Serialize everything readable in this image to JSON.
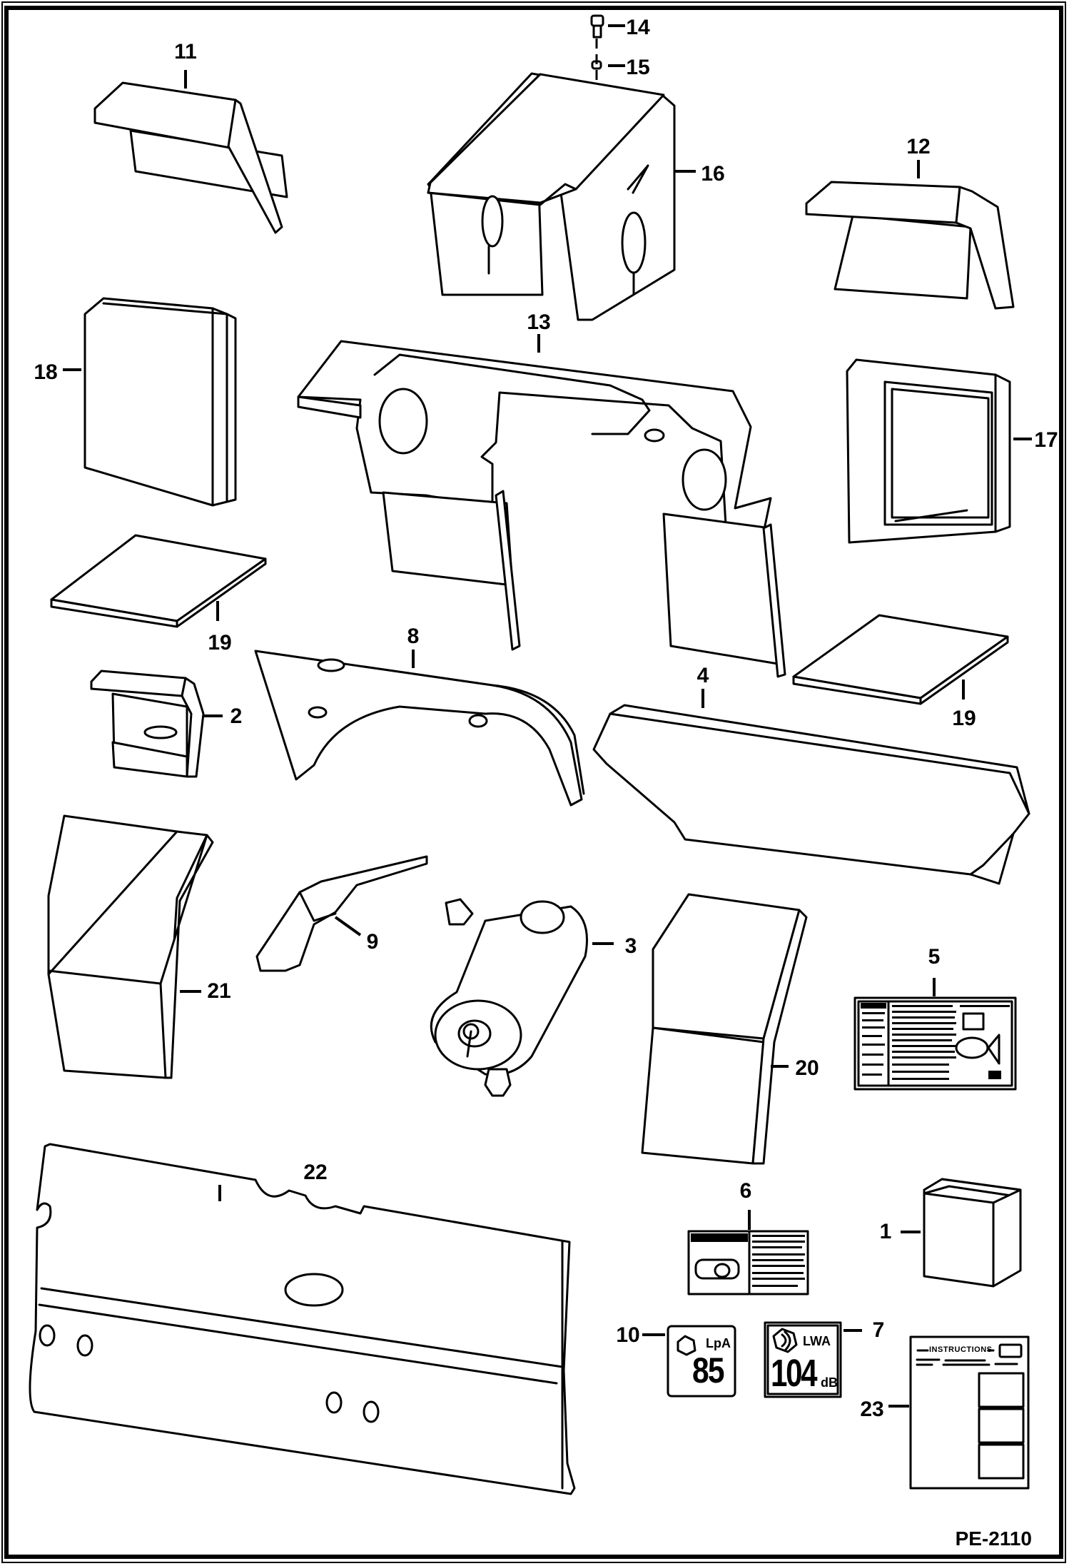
{
  "diagram": {
    "type": "exploded parts illustration",
    "drawing_number": "PE-2110",
    "callouts": [
      {
        "id": "callout-1",
        "label": "1"
      },
      {
        "id": "callout-2",
        "label": "2"
      },
      {
        "id": "callout-3",
        "label": "3"
      },
      {
        "id": "callout-4",
        "label": "4"
      },
      {
        "id": "callout-5",
        "label": "5"
      },
      {
        "id": "callout-6",
        "label": "6"
      },
      {
        "id": "callout-7",
        "label": "7"
      },
      {
        "id": "callout-8",
        "label": "8"
      },
      {
        "id": "callout-9",
        "label": "9"
      },
      {
        "id": "callout-10",
        "label": "10"
      },
      {
        "id": "callout-11",
        "label": "11"
      },
      {
        "id": "callout-12",
        "label": "12"
      },
      {
        "id": "callout-13",
        "label": "13"
      },
      {
        "id": "callout-14",
        "label": "14"
      },
      {
        "id": "callout-15",
        "label": "15"
      },
      {
        "id": "callout-16",
        "label": "16"
      },
      {
        "id": "callout-17",
        "label": "17"
      },
      {
        "id": "callout-18",
        "label": "18"
      },
      {
        "id": "callout-19a",
        "label": "19"
      },
      {
        "id": "callout-19b",
        "label": "19"
      },
      {
        "id": "callout-20",
        "label": "20"
      },
      {
        "id": "callout-21",
        "label": "21"
      },
      {
        "id": "callout-22",
        "label": "22"
      },
      {
        "id": "callout-23",
        "label": "23"
      }
    ],
    "decals": {
      "sound_pressure": {
        "symbol": "LpA",
        "value": "85"
      },
      "sound_power": {
        "symbol": "LWA",
        "value": "104",
        "unit": "dB"
      },
      "instructions": {
        "title": "INSTRUCTIONS"
      }
    }
  }
}
